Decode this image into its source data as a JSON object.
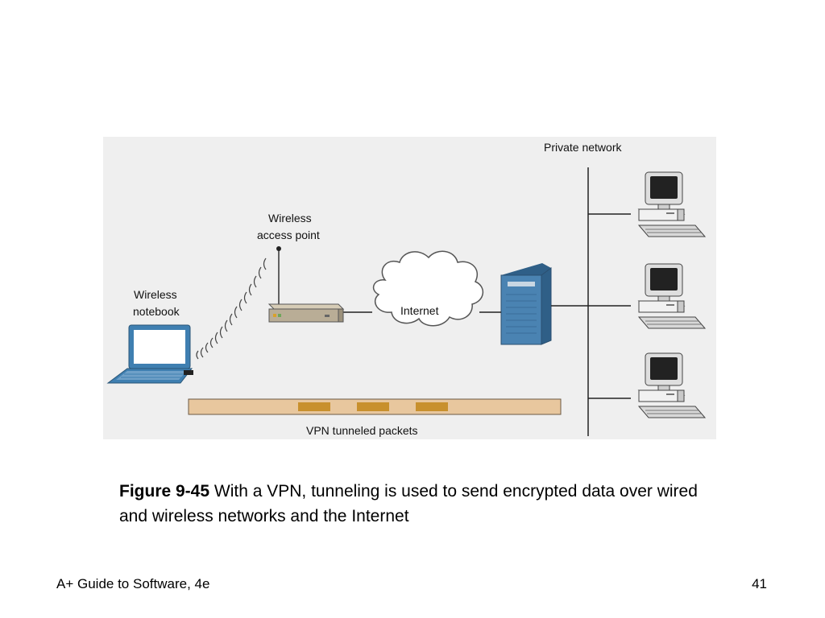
{
  "diagram": {
    "labels": {
      "private_network": "Private network",
      "wap_line1": "Wireless",
      "wap_line2": "access point",
      "notebook_line1": "Wireless",
      "notebook_line2": "notebook",
      "internet": "Internet",
      "vpn_packets": "VPN tunneled packets"
    },
    "colors": {
      "panel_bg": "#efefef",
      "pipe": "#e8c79e",
      "packet": "#c8902d",
      "server": "#4a83b2",
      "laptop": "#3f7fb1",
      "screen": "#1f1f1f",
      "router": "#b9ad96"
    }
  },
  "caption": {
    "figure_number": "Figure 9-45",
    "text": "With a VPN, tunneling is used to send encrypted data over wired and wireless networks and the Internet"
  },
  "footer": {
    "book_title": "A+ Guide to Software, 4e",
    "page_number": "41"
  }
}
